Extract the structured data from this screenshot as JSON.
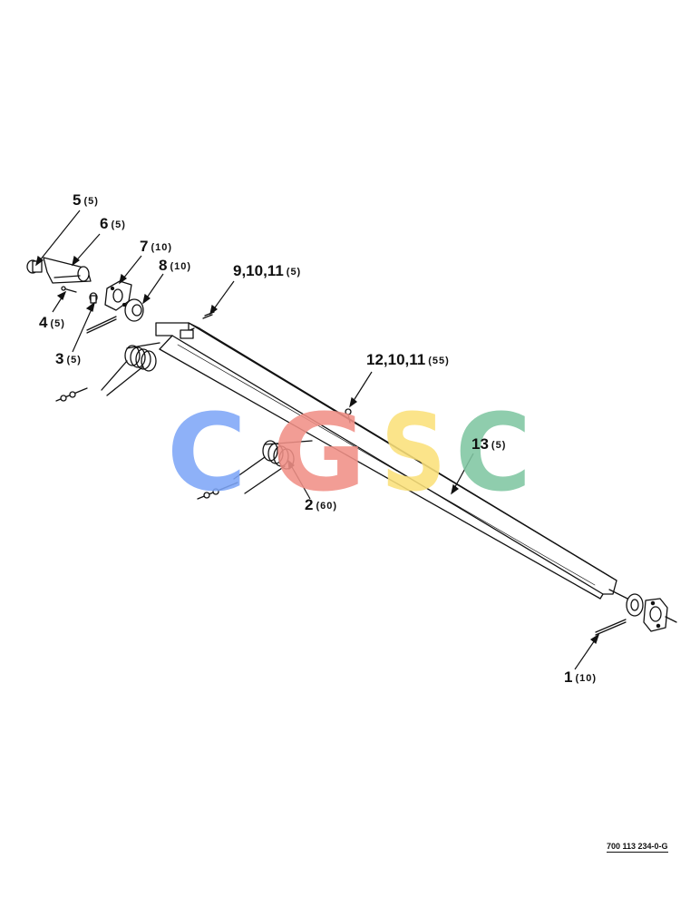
{
  "watermark": {
    "letters": [
      {
        "char": "C",
        "color": "#7ea6f7"
      },
      {
        "char": "G",
        "color": "#f08f86"
      },
      {
        "char": "S",
        "color": "#fbe07a"
      },
      {
        "char": "C",
        "color": "#7fc6a2"
      }
    ]
  },
  "callouts": [
    {
      "id": "5",
      "number": "5",
      "qty": "(5)"
    },
    {
      "id": "6",
      "number": "6",
      "qty": "(5)"
    },
    {
      "id": "7",
      "number": "7",
      "qty": "(10)"
    },
    {
      "id": "8",
      "number": "8",
      "qty": "(10)"
    },
    {
      "id": "9",
      "number": "9,10,11",
      "qty": "(5)"
    },
    {
      "id": "4",
      "number": "4",
      "qty": "(5)"
    },
    {
      "id": "3",
      "number": "3",
      "qty": "(5)"
    },
    {
      "id": "12",
      "number": "12,10,11",
      "qty": "(55)"
    },
    {
      "id": "13",
      "number": "13",
      "qty": "(5)"
    },
    {
      "id": "2",
      "number": "2",
      "qty": "(60)"
    },
    {
      "id": "1",
      "number": "1",
      "qty": "(10)"
    }
  ],
  "drawing_number": "700 113 234-0-G"
}
